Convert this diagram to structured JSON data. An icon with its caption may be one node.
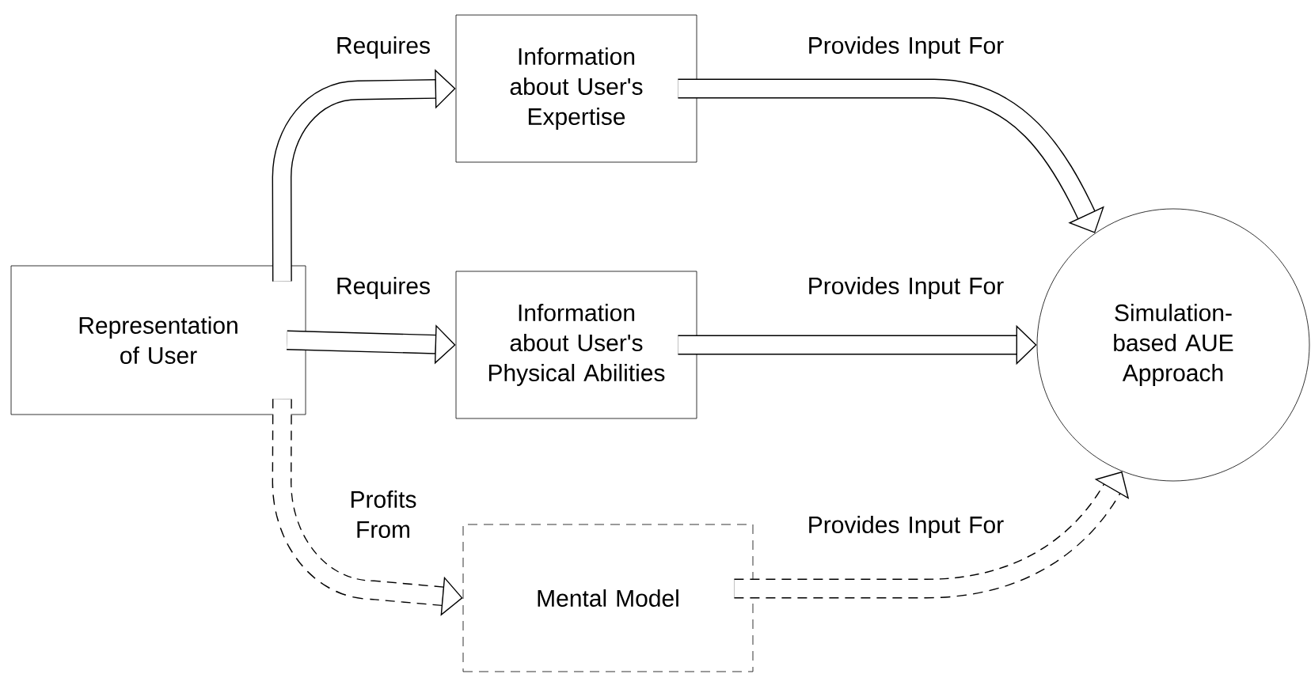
{
  "diagram": {
    "nodes": [
      {
        "text": [
          "Representation of User"
        ]
      },
      {
        "text": [
          "Information about User's Expertise"
        ]
      },
      {
        "text": [
          "Information about User's Physical Abilities"
        ]
      },
      {
        "text": [
          "Simulation-based AUE Approach"
        ]
      },
      {
        "text": [
          "Mental Model"
        ]
      }
    ],
    "edges": [
      {
        "from": 0,
        "to": 1,
        "arrow": "to",
        "label": "Requires"
      },
      {
        "from": 0,
        "to": 2,
        "arrow": "to",
        "label": "Requires"
      },
      {
        "from": 0,
        "to": 4,
        "arrow": "to",
        "label": "Profits From",
        "style": "dashed"
      },
      {
        "from": 1,
        "to": 3,
        "arrow": "to",
        "label": "Provides Input For"
      },
      {
        "from": 2,
        "to": 3,
        "arrow": "to",
        "label": "Provides Input For"
      },
      {
        "from": 4,
        "to": 3,
        "arrow": "to",
        "label": "Provides Input For",
        "style": "dashed"
      }
    ]
  }
}
